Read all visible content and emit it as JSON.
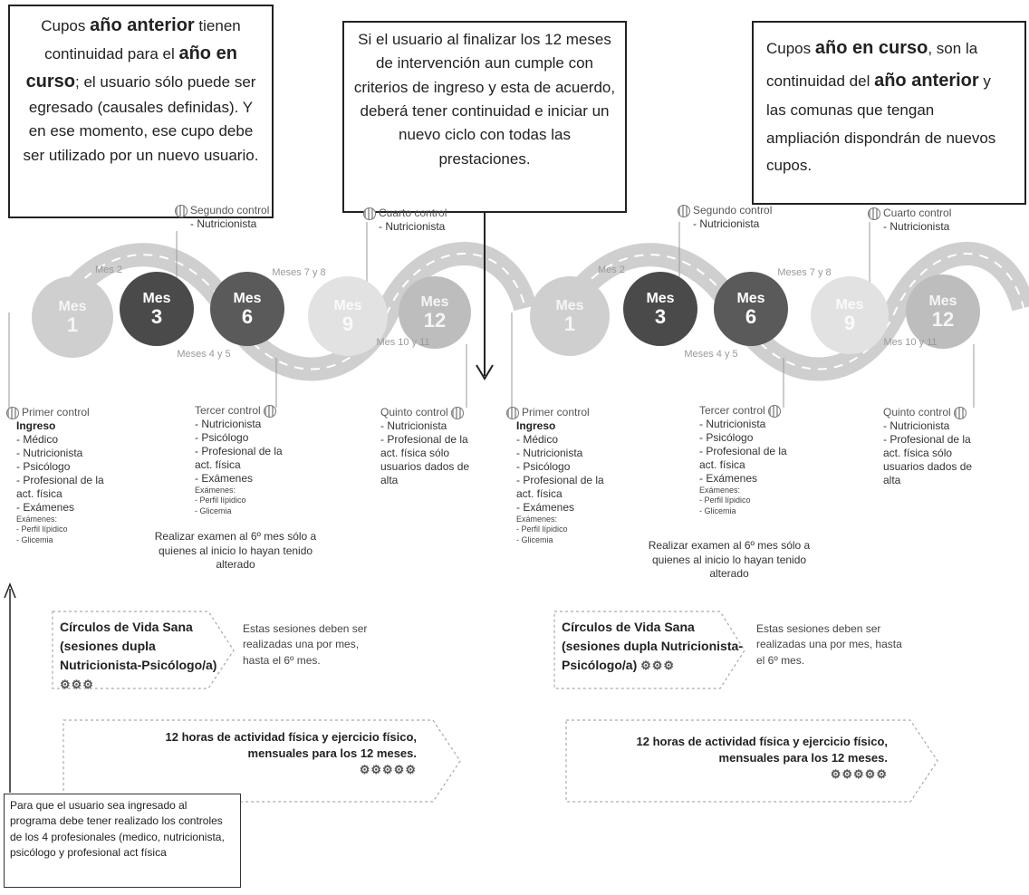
{
  "top_boxes": {
    "left": {
      "p1": "Cupos ",
      "b1": "año anterior",
      "p2": " tienen continuidad para el ",
      "b2": "año en curso",
      "p3": "; el usuario sólo puede ser egresado (causales definidas). Y en ese momento, ese cupo debe ser utilizado por un nuevo usuario."
    },
    "center": "Si el usuario al finalizar los 12 meses de intervención aun cumple con criterios de ingreso y esta de acuerdo, deberá tener continuidad e iniciar un nuevo ciclo con todas las prestaciones.",
    "right": {
      "p1": "Cupos ",
      "b1": "año en curso",
      "p2": ", son la continuidad del ",
      "b2": "año anterior",
      "p3": " y las comunas que tengan ampliación dispondrán de nuevos cupos."
    }
  },
  "left_diagram": {
    "months": [
      {
        "label": "Mes",
        "num": "1"
      },
      {
        "label": "Mes",
        "num": "3"
      },
      {
        "label": "Mes",
        "num": "6"
      },
      {
        "label": "Mes",
        "num": "9"
      },
      {
        "label": "Mes",
        "num": "12"
      }
    ],
    "segments": [
      "Mes 2",
      "Meses 4 y 5",
      "Meses 7 y 8",
      "Mes 10 y 11"
    ],
    "segundo": {
      "title": "Segundo control",
      "item": "- Nutricionista"
    },
    "cuarto": {
      "title": "Cuarto control",
      "item": "- Nutricionista"
    },
    "primer": {
      "title": "Primer control",
      "head": "Ingreso",
      "items": [
        "- Médico",
        "- Nutricionista",
        "- Psicólogo",
        "- Profesional de la act. física",
        "- Exámenes"
      ],
      "exam_head": "Exámenes:",
      "exams": [
        "- Perfil lípidico",
        "- Glicemia"
      ]
    },
    "tercer": {
      "title": "Tercer control",
      "items": [
        "- Nutricionista",
        "- Psicólogo",
        "- Profesional de la act. física",
        "- Exámenes"
      ],
      "exam_head": "Exámenes:",
      "exams": [
        "- Perfil lípidico",
        "- Glicemia"
      ]
    },
    "quinto": {
      "title": "Quinto control",
      "items": [
        "- Nutricionista",
        "- Profesional de la act. física sólo usuarios dados de alta"
      ]
    },
    "exam_note": "Realizar examen al 6º mes sólo a quienes al inicio lo hayan tenido alterado",
    "circulos_title": "Círculos de Vida Sana (sesiones dupla Nutricionista-Psicólogo/a)",
    "circulos_note": "Estas sesiones deben ser realizadas una por mes, hasta el 6º mes.",
    "hours": "12 horas de actividad física y ejercicio físico, mensuales para los 12 meses."
  },
  "right_diagram": {
    "months": [
      {
        "label": "Mes",
        "num": "1"
      },
      {
        "label": "Mes",
        "num": "3"
      },
      {
        "label": "Mes",
        "num": "6"
      },
      {
        "label": "Mes",
        "num": "9"
      },
      {
        "label": "Mes",
        "num": "12"
      }
    ],
    "segments": [
      "Mes 2",
      "Meses 4 y 5",
      "Meses 7 y 8",
      "Mes 10 y 11"
    ],
    "segundo": {
      "title": "Segundo control",
      "item": "- Nutricionista"
    },
    "cuarto": {
      "title": "Cuarto control",
      "item": "- Nutricionista"
    },
    "primer": {
      "title": "Primer control",
      "head": "Ingreso",
      "items": [
        "- Médico",
        "- Nutricionista",
        "- Psicólogo",
        "- Profesional de la act. física",
        "- Exámenes"
      ],
      "exam_head": "Exámenes:",
      "exams": [
        "- Perfil lípidico",
        "- Glicemia"
      ]
    },
    "tercer": {
      "title": "Tercer control",
      "items": [
        "- Nutricionista",
        "- Psicólogo",
        "- Profesional de la act. física",
        "- Exámenes"
      ],
      "exam_head": "Exámenes:",
      "exams": [
        "- Perfil lípidico",
        "- Glicemia"
      ]
    },
    "quinto": {
      "title": "Quinto control",
      "items": [
        "- Nutricionista",
        "- Profesional de la act. física sólo usuarios dados de alta"
      ]
    },
    "exam_note": "Realizar examen al 6º mes sólo a quienes al inicio lo hayan tenido alterado",
    "circulos_title": "Círculos de Vida Sana (sesiones dupla Nutricionista-Psicólogo/a)",
    "circulos_note": "Estas sesiones deben ser realizadas una por mes, hasta el 6º mes.",
    "hours": "12 horas de actividad física y ejercicio físico, mensuales para los 12 meses."
  },
  "footnote": "Para que el usuario sea ingresado al programa debe tener realizado los controles de los 4 profesionales (medico, nutricionista, psicólogo y profesional act física"
}
